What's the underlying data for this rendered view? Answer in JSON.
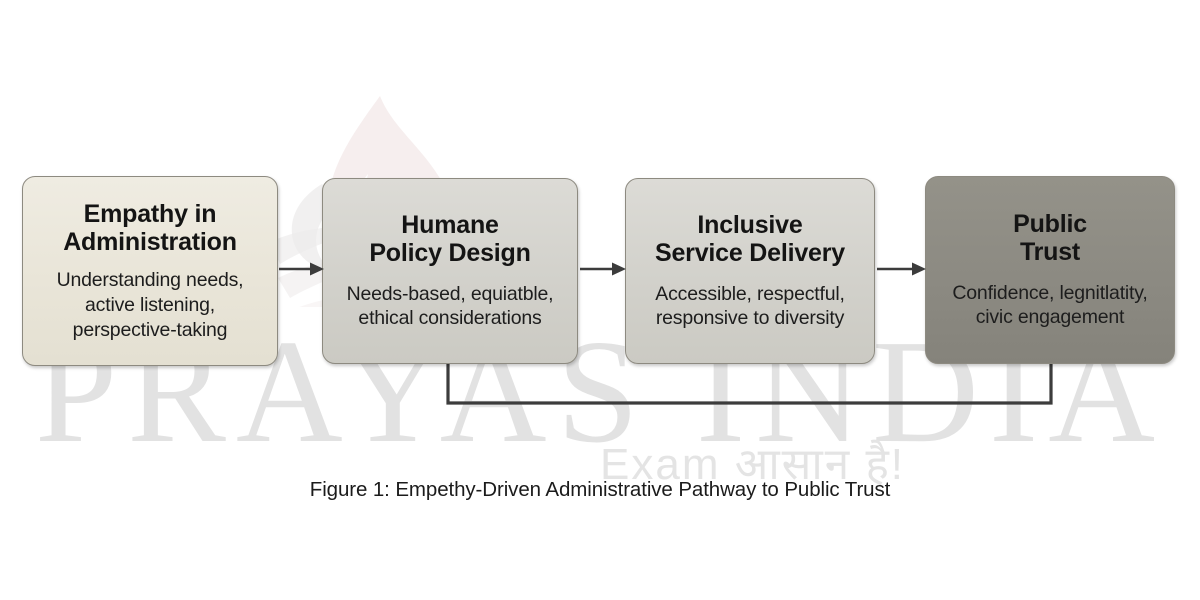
{
  "figure": {
    "caption": "Figure 1: Empethy-Driven Administrative Pathway to Public Trust",
    "type": "flow-diagram",
    "background_color": "#ffffff"
  },
  "watermark": {
    "wordmark": "PRAYAS INDIA",
    "tagline": "Exam आसान है!",
    "color": "#e2e2e2",
    "logo_icon": "flame-logo-icon"
  },
  "flow": {
    "nodes": [
      {
        "id": "empathy-in-administration",
        "title": "Empathy in\nAdministration",
        "description": "Understanding needs,\nactive listening,\nperspective-taking",
        "fill_color": "#e9e5d8",
        "border_color": "#8d8a80"
      },
      {
        "id": "humane-policy-design",
        "title": "Humane\nPolicy Design",
        "description": "Needs-based, equiatble,\nethical considerations",
        "fill_color": "#d2d1cb",
        "border_color": "#8d8a80"
      },
      {
        "id": "inclusive-service-delivery",
        "title": "Inclusive\nService Delivery",
        "description": "Accessible, respectful,\nresponsive to diversity",
        "fill_color": "#d2d1cb",
        "border_color": "#8d8a80"
      },
      {
        "id": "public-trust",
        "title": "Public\nTrust",
        "description": "Confidence, legnitlatity,\ncivic engagement",
        "fill_color": "#8c8a82",
        "border_color": "#6e6c64"
      }
    ],
    "connectors": [
      {
        "id": "arrow-empathy-to-policy",
        "icon": "right-arrow-icon",
        "from": "empathy-in-administration",
        "to": "humane-policy-design"
      },
      {
        "id": "arrow-policy-to-service",
        "icon": "right-arrow-icon",
        "from": "humane-policy-design",
        "to": "inclusive-service-delivery"
      },
      {
        "id": "arrow-service-to-trust",
        "icon": "right-arrow-icon",
        "from": "inclusive-service-delivery",
        "to": "public-trust"
      },
      {
        "id": "feedback-loop",
        "icon": "feedback-loop-line",
        "from": "public-trust",
        "to": "humane-policy-design",
        "style": "plain-line-no-arrowhead"
      }
    ]
  }
}
